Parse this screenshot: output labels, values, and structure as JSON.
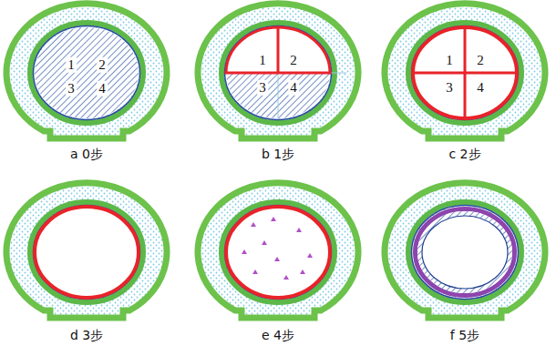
{
  "diagram": {
    "labels": [
      "1",
      "2",
      "3",
      "4",
      "a 0步",
      "1",
      "2",
      "3",
      "4",
      "b 1步",
      "1",
      "2",
      "3",
      "4",
      "c 2步",
      "d 3步",
      "e 4步",
      "f 5步"
    ]
  }
}
